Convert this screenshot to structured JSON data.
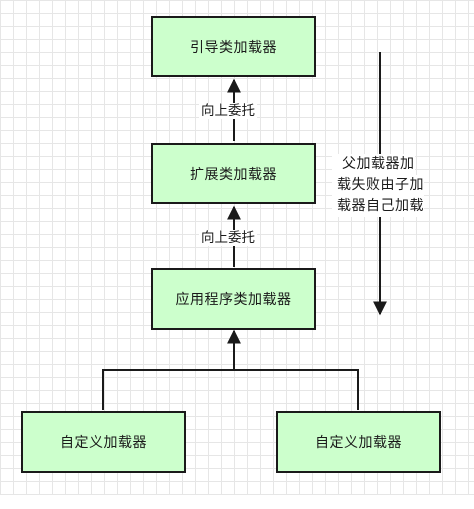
{
  "diagram": {
    "nodes": {
      "bootstrap": "引导类加载器",
      "extension": "扩展类加载器",
      "application": "应用程序类加载器",
      "custom_left": "自定义加载器",
      "custom_right": "自定义加载器"
    },
    "edges": {
      "upper_delegate": "向上委托",
      "lower_delegate": "向上委托"
    },
    "side_note": {
      "line1": "父加载器加",
      "line2": "载失败由子加",
      "line3": "载器自己加载"
    }
  },
  "colors": {
    "node_fill": "#ccffcc",
    "stroke": "#1a1a1a",
    "grid": "#e6e6e6"
  }
}
